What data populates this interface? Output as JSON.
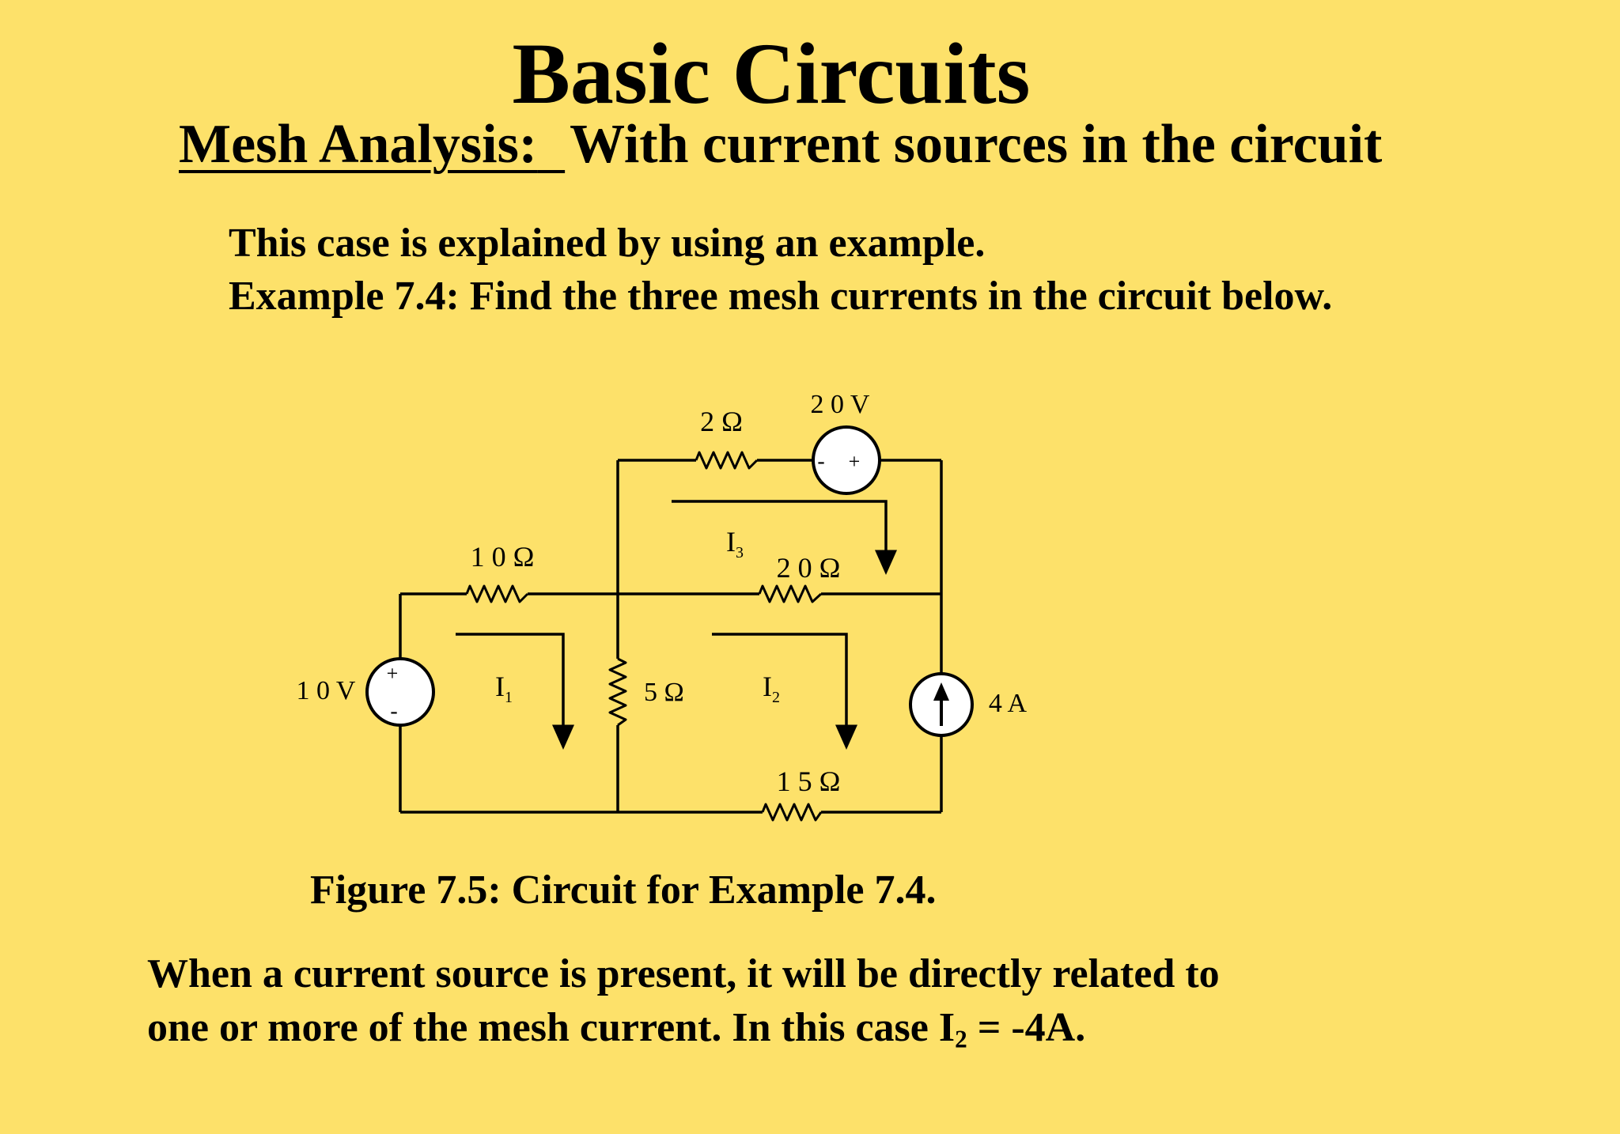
{
  "title": "Basic Circuits",
  "subtitle": {
    "lead": "Mesh Analysis:",
    "rest": "With current sources in the circuit"
  },
  "intro": [
    "This case is explained by using an example.",
    "Example 7.4:  Find the three mesh currents in the circuit below."
  ],
  "figure": {
    "caption": "Figure 7.5:  Circuit for Example 7.4.",
    "components": {
      "r_10": "1 0  Ω",
      "r_2": "2  Ω",
      "r_20": "2 0  Ω",
      "r_5": "5  Ω",
      "r_15": "1 5  Ω",
      "v_10": "1 0 V",
      "v_20": "2 0 V",
      "i_4": "4 A"
    },
    "polarity": {
      "plus": "+",
      "minus": "-"
    },
    "mesh_currents": {
      "i1": "I",
      "i1_sub": "1",
      "i2": "I",
      "i2_sub": "2",
      "i3": "I",
      "i3_sub": "3"
    }
  },
  "body": {
    "line1": "When a current source is present, it will be directly related to",
    "line2_pre": "one or more of the mesh current.  In this case I",
    "line2_sub": "2",
    "line2_post": " = -4A."
  },
  "colors": {
    "background": "#fde16a",
    "ink": "#000000",
    "source_fill": "#ffffff"
  }
}
